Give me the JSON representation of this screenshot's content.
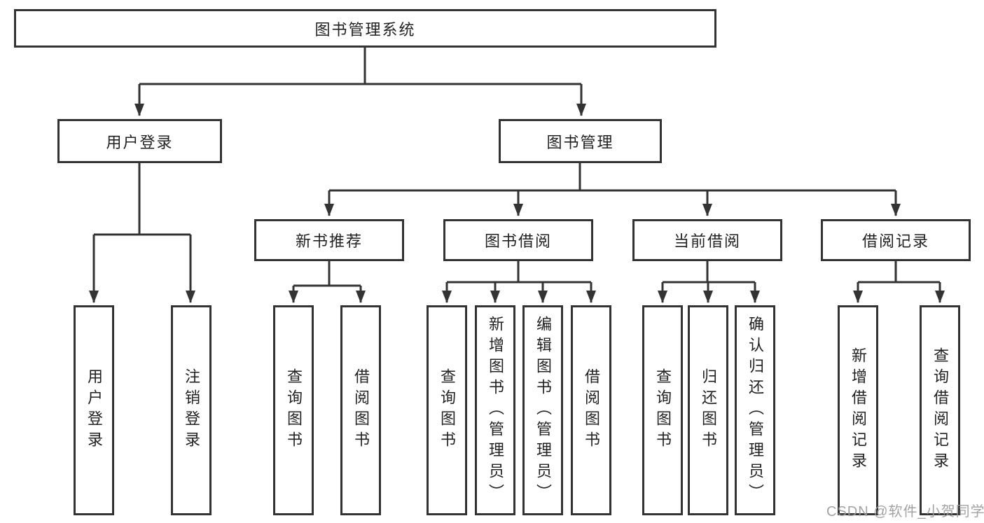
{
  "root": {
    "label": "图书管理系统"
  },
  "user_login": {
    "label": "用户登录",
    "children": [
      {
        "label": "用户登录"
      },
      {
        "label": "注销登录"
      }
    ]
  },
  "book_mgmt": {
    "label": "图书管理",
    "sections": [
      {
        "label": "新书推荐",
        "children": [
          {
            "label": "查询图书"
          },
          {
            "label": "借阅图书"
          }
        ]
      },
      {
        "label": "图书借阅",
        "children": [
          {
            "label": "查询图书"
          },
          {
            "label": "新增图书（管理员）"
          },
          {
            "label": "编辑图书（管理员）"
          },
          {
            "label": "借阅图书"
          }
        ]
      },
      {
        "label": "当前借阅",
        "children": [
          {
            "label": "查询图书"
          },
          {
            "label": "归还图书"
          },
          {
            "label": "确认归还（管理员）"
          }
        ]
      },
      {
        "label": "借阅记录",
        "children": [
          {
            "label": "新增借阅记录"
          },
          {
            "label": "查询借阅记录"
          }
        ]
      }
    ]
  },
  "watermark": {
    "text": "CSDN @软件_小贺同学"
  },
  "colors": {
    "line": "#333333",
    "box_border": "#333333",
    "text": "#222222",
    "watermark": "#9b9b9e",
    "background": "#ffffff"
  }
}
